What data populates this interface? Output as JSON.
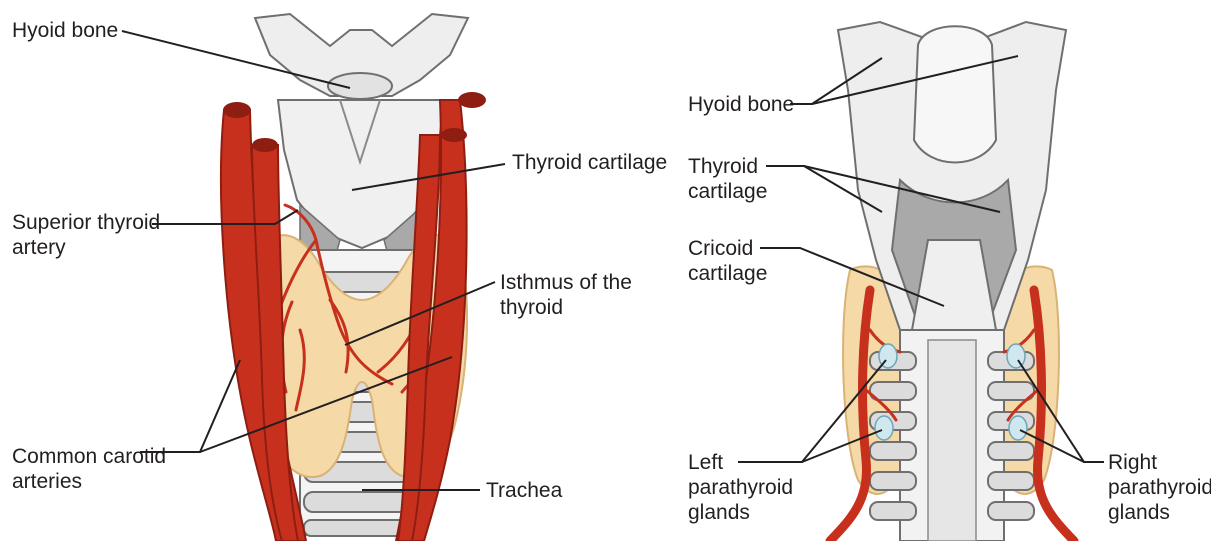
{
  "colors": {
    "artery": "#c8301e",
    "artery_dark": "#8e1d12",
    "thyroid": "#f5d9a6",
    "thyroid_edge": "#d9b276",
    "cartilage": "#eeeeee",
    "cartilage_shade": "#a9a9a9",
    "parathyroid": "#cfe7ee",
    "leader": "#231f20"
  },
  "left_panel": {
    "hyoid": "Hyoid bone",
    "thyroid_cartilage": "Thyroid cartilage",
    "superior_thyroid": [
      "Superior thyroid",
      "artery"
    ],
    "isthmus": [
      "Isthmus of the",
      "thyroid"
    ],
    "carotid": [
      "Common carotid",
      "arteries"
    ],
    "trachea": "Trachea"
  },
  "right_panel": {
    "hyoid": "Hyoid bone",
    "thyroid_cartilage": [
      "Thyroid",
      "cartilage"
    ],
    "cricoid": [
      "Cricoid",
      "cartilage"
    ],
    "left_parathyroid": [
      "Left",
      "parathyroid",
      "glands"
    ],
    "right_parathyroid": [
      "Right",
      "parathyroid",
      "glands"
    ]
  }
}
